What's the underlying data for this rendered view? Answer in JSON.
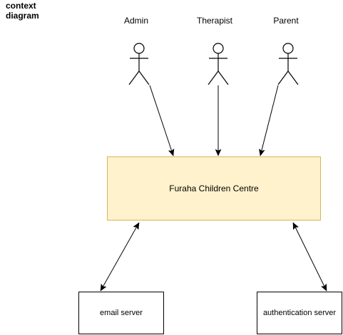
{
  "diagram": {
    "title_line1": "context",
    "title_line2": "diagram"
  },
  "actors": [
    {
      "label": "Admin"
    },
    {
      "label": "Therapist"
    },
    {
      "label": "Parent"
    }
  ],
  "system": {
    "label": "Furaha Children Centre",
    "fill_color": "#fff2cc",
    "border_color": "#d6b656"
  },
  "external_systems": [
    {
      "label": "email server"
    },
    {
      "label": "authentication server"
    }
  ],
  "connections": [
    {
      "from": "Admin",
      "to": "Furaha Children Centre",
      "direction": "one-way"
    },
    {
      "from": "Therapist",
      "to": "Furaha Children Centre",
      "direction": "one-way"
    },
    {
      "from": "Parent",
      "to": "Furaha Children Centre",
      "direction": "one-way"
    },
    {
      "from": "Furaha Children Centre",
      "to": "email server",
      "direction": "two-way"
    },
    {
      "from": "Furaha Children Centre",
      "to": "authentication server",
      "direction": "two-way"
    }
  ]
}
